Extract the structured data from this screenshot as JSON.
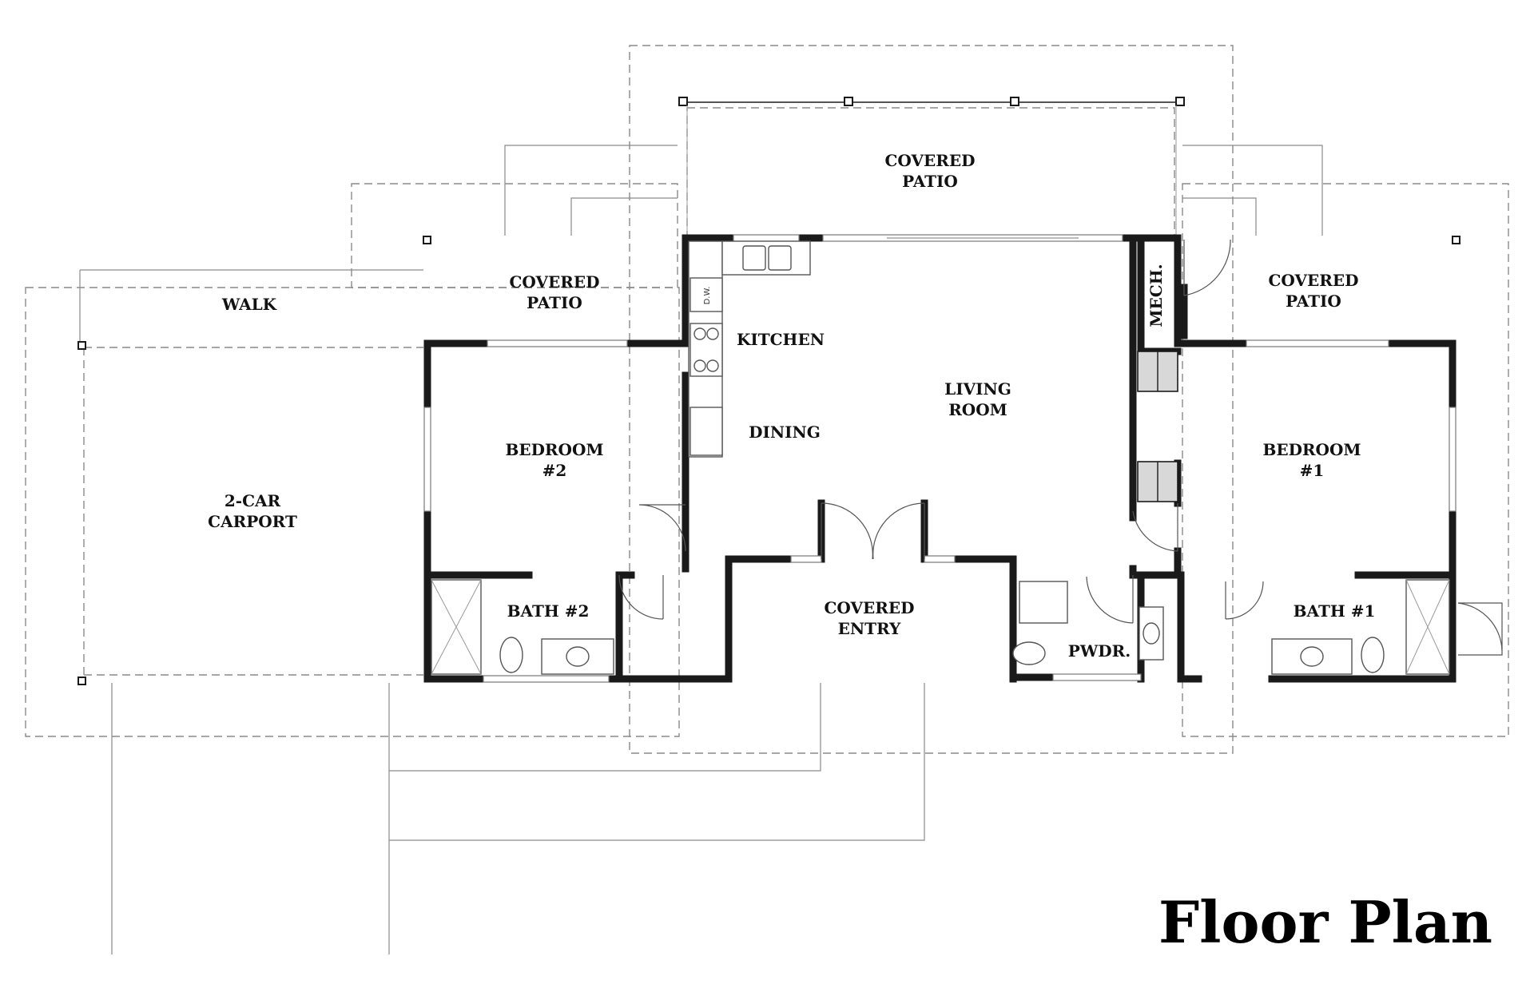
{
  "title": "Floor Plan",
  "rooms": {
    "covered_patio_top": [
      "COVERED",
      "PATIO"
    ],
    "covered_patio_left": [
      "COVERED",
      "PATIO"
    ],
    "covered_patio_right": [
      "COVERED",
      "PATIO"
    ],
    "walk": "WALK",
    "kitchen": "KITCHEN",
    "dining": "DINING",
    "living_room": [
      "LIVING",
      "ROOM"
    ],
    "mech": "MECH.",
    "bedroom_2": [
      "BEDROOM",
      "#2"
    ],
    "bedroom_1": [
      "BEDROOM",
      "#1"
    ],
    "carport": [
      "2-CAR",
      "CARPORT"
    ],
    "bath_2": "BATH #2",
    "bath_1": "BATH #1",
    "covered_entry": [
      "COVERED",
      "ENTRY"
    ],
    "powder": "PWDR.",
    "dishwasher": "D.W."
  },
  "colors": {
    "wall": "#1a1a1a",
    "wall_fill": "#d8d8d8",
    "roofline": "#8a8a8a",
    "text": "#111111"
  }
}
